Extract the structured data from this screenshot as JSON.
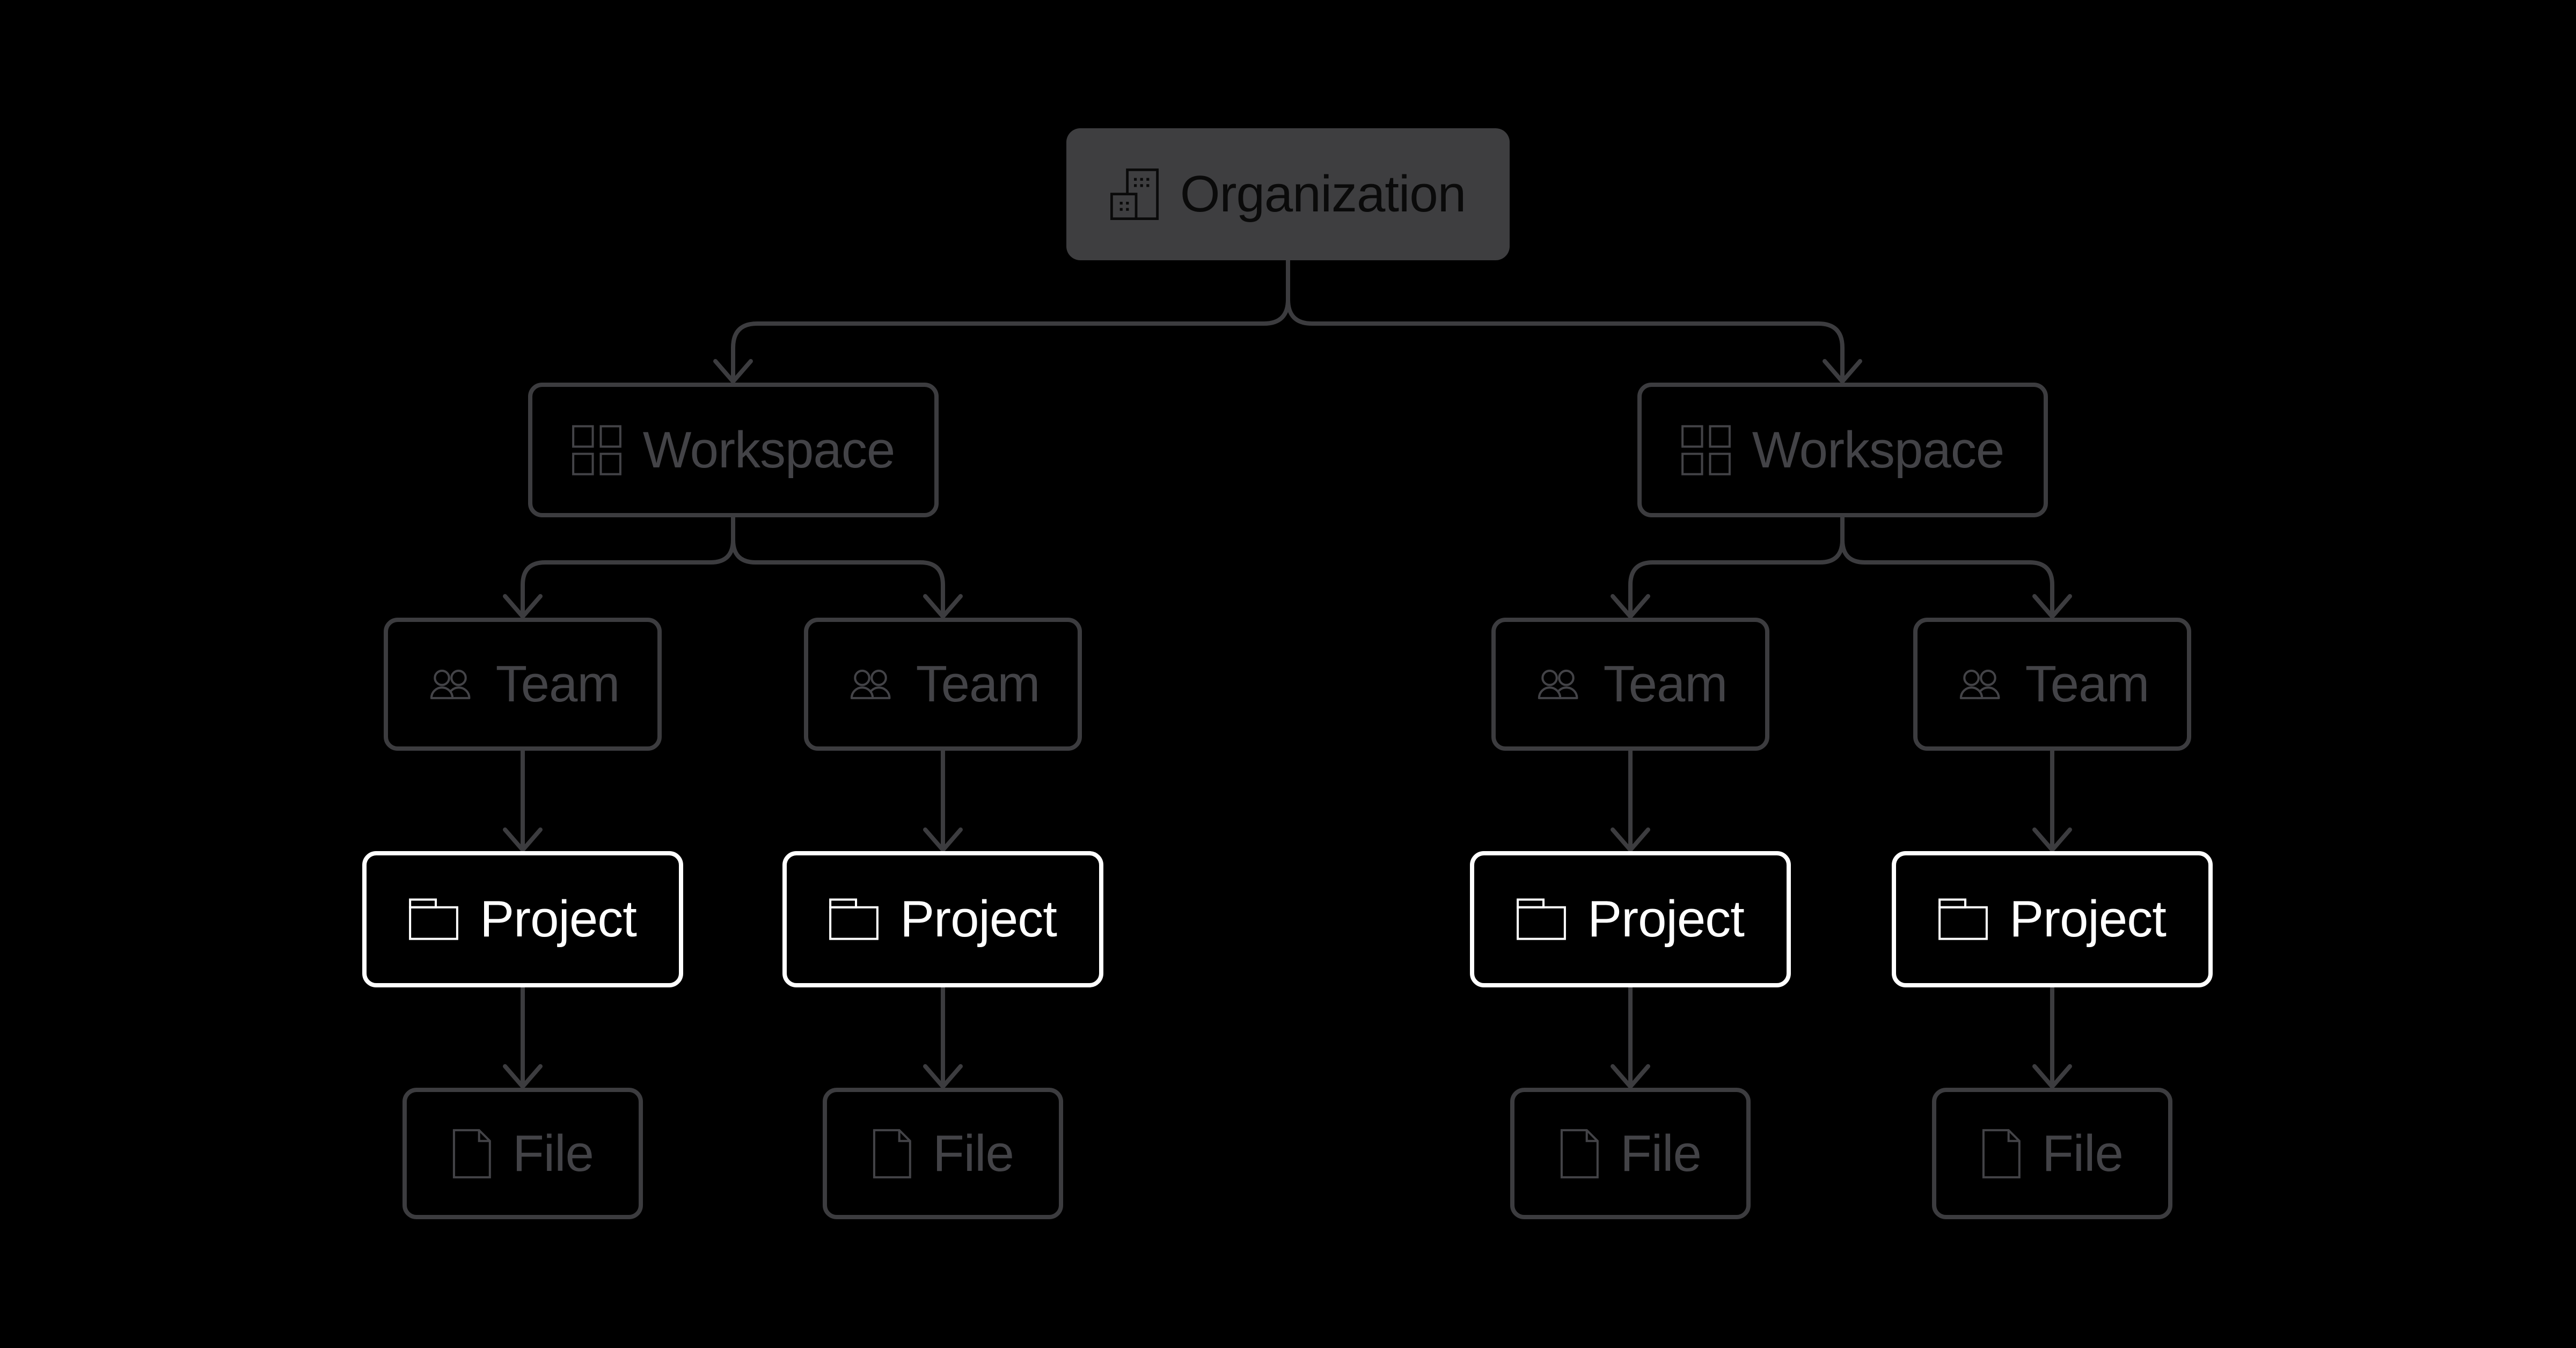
{
  "diagram": {
    "type": "tree",
    "colors": {
      "background": "#000000",
      "line": "#3c3c3f",
      "dim_text": "#434347",
      "org_fill": "#3e3e40",
      "org_text": "#0a0a0a",
      "highlight": "#ffffff"
    },
    "nodes": [
      {
        "id": "organization",
        "label": "Organization",
        "icon": "building-icon",
        "level": 1,
        "style": "filled"
      },
      {
        "id": "workspace-1",
        "label": "Workspace",
        "icon": "grid-icon",
        "level": 2,
        "style": "dimmed"
      },
      {
        "id": "workspace-2",
        "label": "Workspace",
        "icon": "grid-icon",
        "level": 2,
        "style": "dimmed"
      },
      {
        "id": "team-1",
        "label": "Team",
        "icon": "users-icon",
        "level": 3,
        "style": "dimmed"
      },
      {
        "id": "team-2",
        "label": "Team",
        "icon": "users-icon",
        "level": 3,
        "style": "dimmed"
      },
      {
        "id": "team-3",
        "label": "Team",
        "icon": "users-icon",
        "level": 3,
        "style": "dimmed"
      },
      {
        "id": "team-4",
        "label": "Team",
        "icon": "users-icon",
        "level": 3,
        "style": "dimmed"
      },
      {
        "id": "project-1",
        "label": "Project",
        "icon": "folder-icon",
        "level": 4,
        "style": "highlighted"
      },
      {
        "id": "project-2",
        "label": "Project",
        "icon": "folder-icon",
        "level": 4,
        "style": "highlighted"
      },
      {
        "id": "project-3",
        "label": "Project",
        "icon": "folder-icon",
        "level": 4,
        "style": "highlighted"
      },
      {
        "id": "project-4",
        "label": "Project",
        "icon": "folder-icon",
        "level": 4,
        "style": "highlighted"
      },
      {
        "id": "file-1",
        "label": "File",
        "icon": "file-icon",
        "level": 5,
        "style": "dimmed"
      },
      {
        "id": "file-2",
        "label": "File",
        "icon": "file-icon",
        "level": 5,
        "style": "dimmed"
      },
      {
        "id": "file-3",
        "label": "File",
        "icon": "file-icon",
        "level": 5,
        "style": "dimmed"
      },
      {
        "id": "file-4",
        "label": "File",
        "icon": "file-icon",
        "level": 5,
        "style": "dimmed"
      }
    ],
    "edges": [
      {
        "from": "organization",
        "to": "workspace-1"
      },
      {
        "from": "organization",
        "to": "workspace-2"
      },
      {
        "from": "workspace-1",
        "to": "team-1"
      },
      {
        "from": "workspace-1",
        "to": "team-2"
      },
      {
        "from": "workspace-2",
        "to": "team-3"
      },
      {
        "from": "workspace-2",
        "to": "team-4"
      },
      {
        "from": "team-1",
        "to": "project-1"
      },
      {
        "from": "team-2",
        "to": "project-2"
      },
      {
        "from": "team-3",
        "to": "project-3"
      },
      {
        "from": "team-4",
        "to": "project-4"
      },
      {
        "from": "project-1",
        "to": "file-1"
      },
      {
        "from": "project-2",
        "to": "file-2"
      },
      {
        "from": "project-3",
        "to": "file-3"
      },
      {
        "from": "project-4",
        "to": "file-4"
      }
    ]
  }
}
